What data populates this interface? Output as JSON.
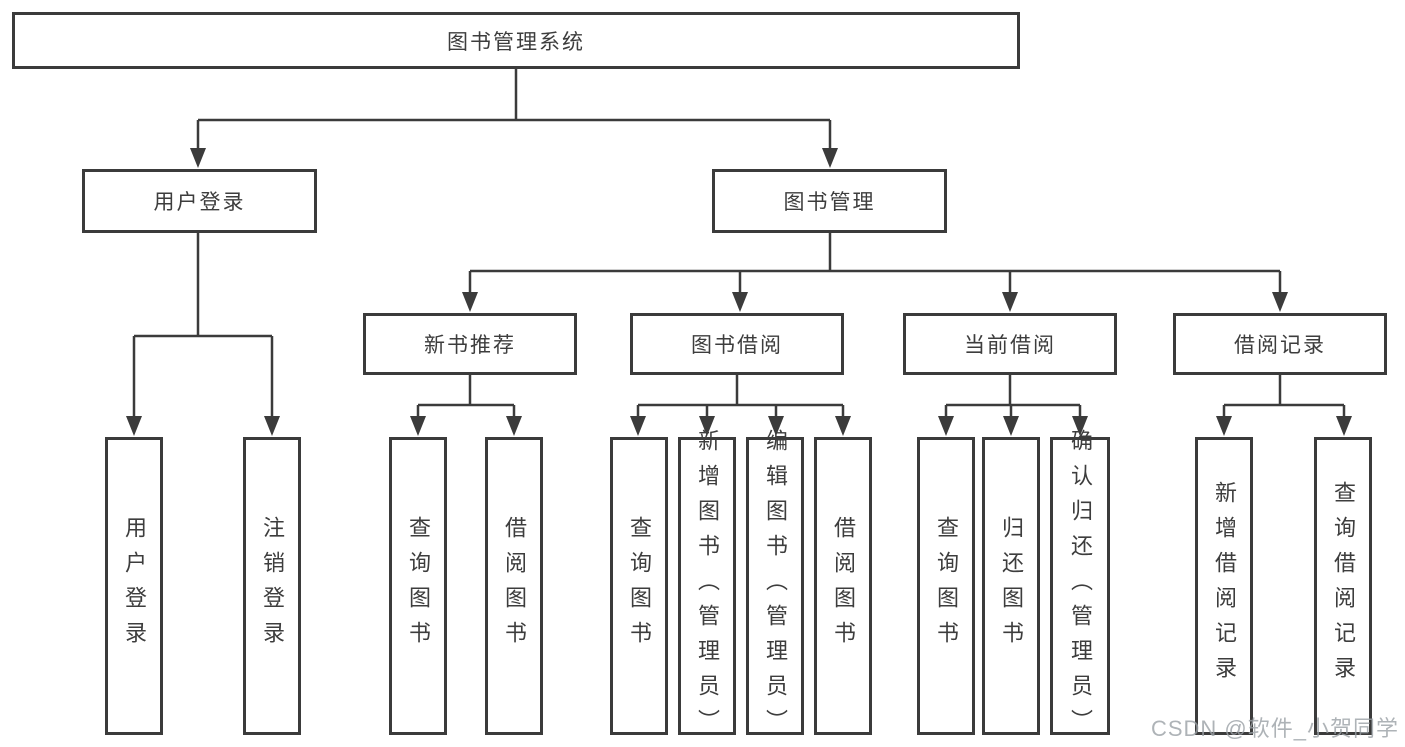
{
  "diagram": {
    "title": "图书管理系统",
    "tree": {
      "label": "图书管理系统",
      "children": [
        {
          "label": "用户登录",
          "children": [
            {
              "label": "用户登录"
            },
            {
              "label": "注销登录"
            }
          ]
        },
        {
          "label": "图书管理",
          "children": [
            {
              "label": "新书推荐",
              "children": [
                {
                  "label": "查询图书"
                },
                {
                  "label": "借阅图书"
                }
              ]
            },
            {
              "label": "图书借阅",
              "children": [
                {
                  "label": "查询图书"
                },
                {
                  "label": "新增图书（管理员）"
                },
                {
                  "label": "编辑图书（管理员）"
                },
                {
                  "label": "借阅图书"
                }
              ]
            },
            {
              "label": "当前借阅",
              "children": [
                {
                  "label": "查询图书"
                },
                {
                  "label": "归还图书"
                },
                {
                  "label": "确认归还（管理员）"
                }
              ]
            },
            {
              "label": "借阅记录",
              "children": [
                {
                  "label": "新增借阅记录"
                },
                {
                  "label": "查询借阅记录"
                }
              ]
            }
          ]
        }
      ]
    },
    "watermark": "CSDN @软件_小贺同学",
    "colors": {
      "background": "#ffffff",
      "line": "#3b3b3b",
      "box_border": "#3b3b3b",
      "text": "#3d3d3d",
      "watermark": "#9ba1a6"
    }
  }
}
